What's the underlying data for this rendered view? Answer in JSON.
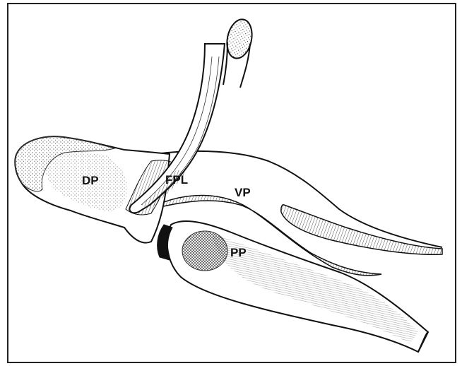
{
  "labels": {
    "dp": "DP",
    "fpl": "FPL",
    "vp": "VP",
    "pp": "PP"
  },
  "colors": {
    "ink": "#111111",
    "paper": "#ffffff",
    "frame": "#222222"
  }
}
